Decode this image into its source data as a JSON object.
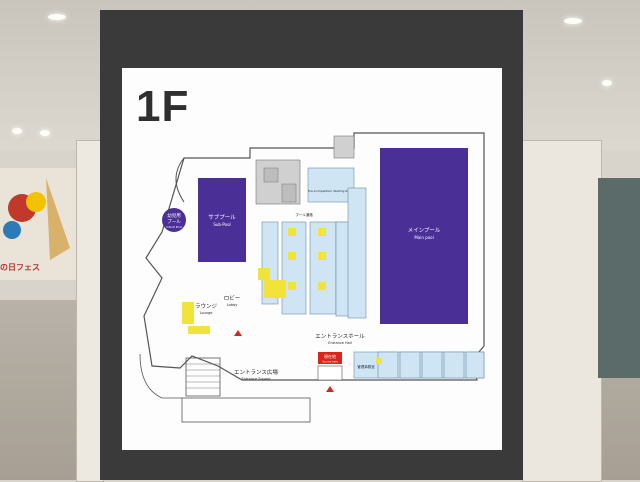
{
  "floor_label": "1F",
  "banner": {
    "text": "の日フェス"
  },
  "areas": {
    "sub_pool": {
      "ja": "サブプール",
      "en": "Sub-Pool"
    },
    "main_pool": {
      "ja": "メインプール",
      "en": "Main pool"
    },
    "infant_pool": {
      "ja1": "幼児用",
      "ja2": "プール",
      "en": "Infant Pool"
    },
    "lounge": {
      "ja": "ラウンジ",
      "en": "Lounge"
    },
    "lobby": {
      "ja": "ロビー",
      "en": "Lobby"
    },
    "entrance_hall": {
      "ja": "エントランスホール",
      "en": "Entrance Hall"
    },
    "entrance_square": {
      "ja": "エントランス広場",
      "en": "Entrance Square"
    },
    "you_are_here": {
      "ja": "現在地",
      "en": "You are here"
    },
    "management_office": {
      "ja": "管理事務室"
    },
    "pool_corridor": {
      "ja": "プール通路"
    },
    "waiting_room": {
      "en": "Pre-Competition Waiting Room"
    }
  },
  "colors": {
    "pool": "#4a2f97",
    "room": "#cfe5f3",
    "restroom": "#f2e33b",
    "you_are_here": "#d9261c",
    "grey_room": "#cfcfcf",
    "wall": "#555555"
  }
}
